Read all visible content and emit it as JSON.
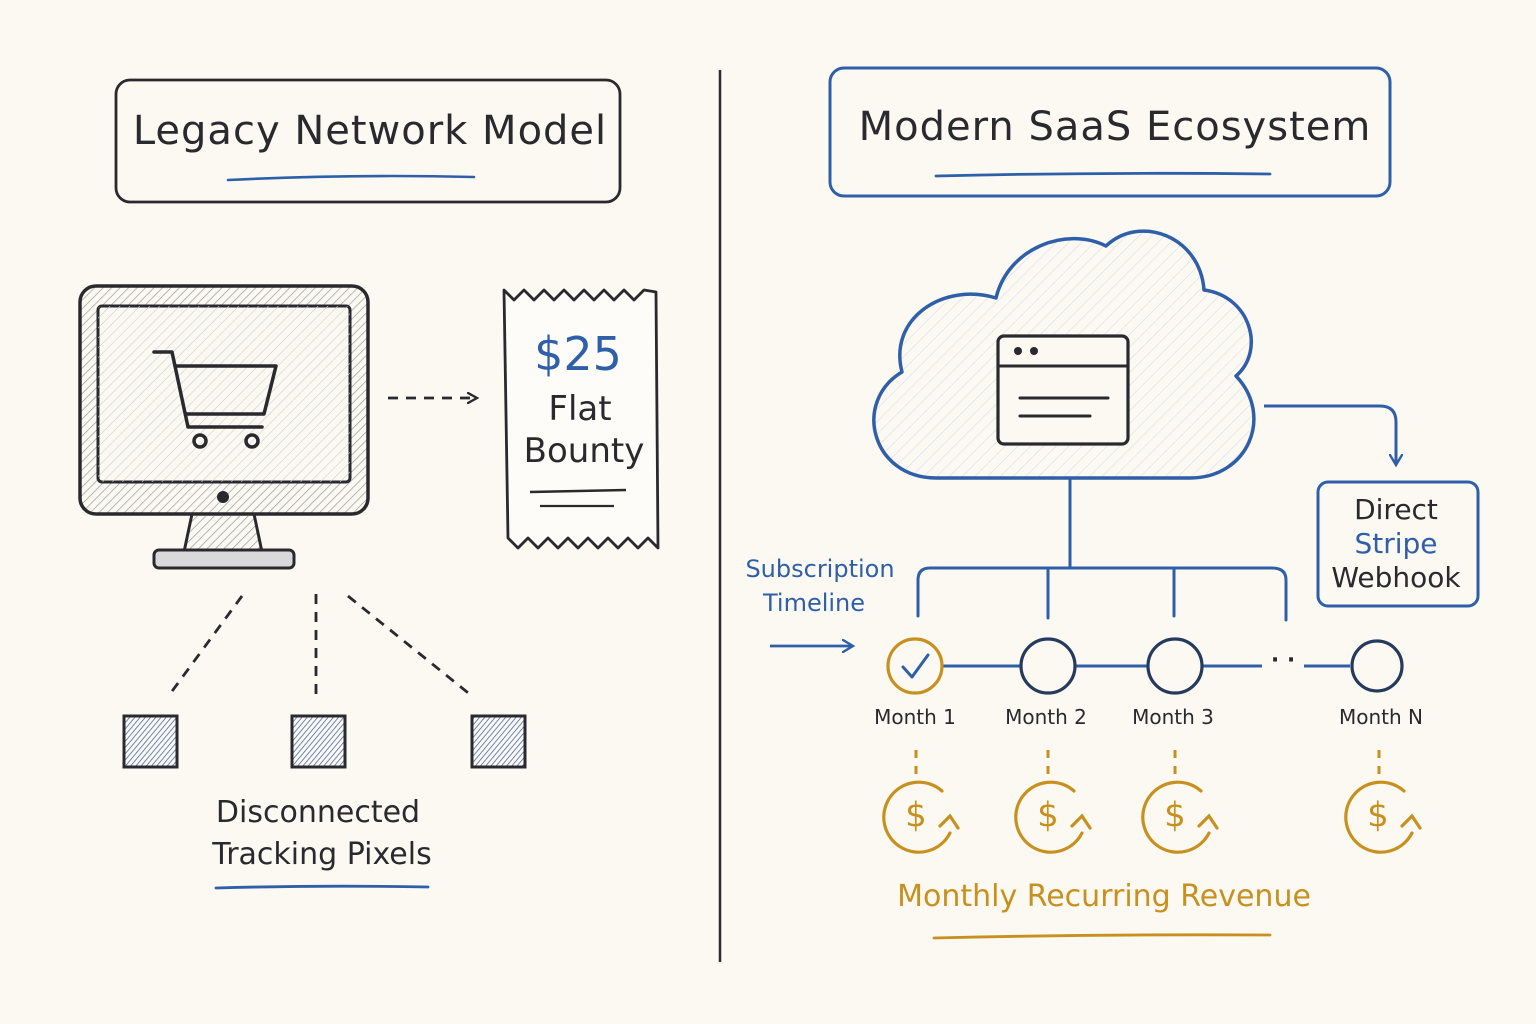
{
  "legacy": {
    "title": "Legacy Network Model",
    "bounty_amount": "$25",
    "bounty_label_1": "Flat",
    "bounty_label_2": "Bounty",
    "pixels_label_1": "Disconnected",
    "pixels_label_2": "Tracking Pixels"
  },
  "modern": {
    "title": "Modern SaaS Ecosystem",
    "webhook_label_1": "Direct",
    "webhook_label_2": "Stripe",
    "webhook_label_3": "Webhook",
    "timeline_label_1": "Subscription",
    "timeline_label_2": "Timeline",
    "ellipsis": "· ·",
    "months": [
      "Month 1",
      "Month 2",
      "Month 3",
      "Month N"
    ],
    "dollar_symbol": "$",
    "revenue_label": "Monthly Recurring Revenue"
  },
  "colors": {
    "ink": "#2a2a2e",
    "blue": "#2f5fa8",
    "gold": "#c8901e",
    "paper": "#fbf9f2"
  },
  "icons": [
    "computer-monitor-icon",
    "shopping-cart-icon",
    "receipt-icon",
    "tracking-pixel-icon",
    "cloud-icon",
    "browser-window-icon",
    "check-icon",
    "recurring-dollar-icon"
  ]
}
